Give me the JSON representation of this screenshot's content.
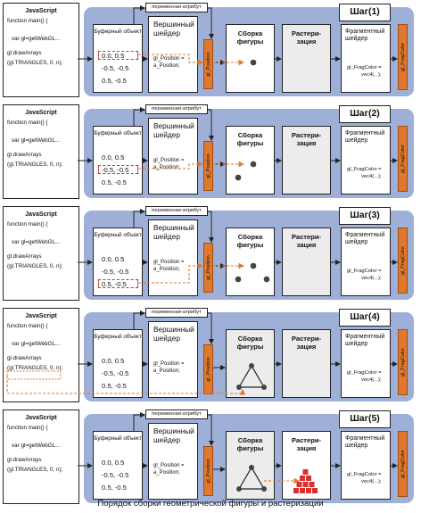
{
  "common": {
    "js_title": "JavaScript",
    "js_lines": [
      "function main() {",
      "var gl=getWebGL...",
      "gl.drawArrays",
      "(gl.TRIANGLES, 0, n);"
    ],
    "buffer_title": "Буферный объект",
    "buffer_rows": [
      "0.0,  0.5",
      "-0.5, -0.5",
      "0.5, -0.5"
    ],
    "attr_label": "переменная-атрибут",
    "vertex_title": "Вершинный шейдер",
    "vertex_code": [
      "gl_Position =",
      "a_Position;"
    ],
    "position_tab": "gl_Position",
    "assembly_title": "Сборка фигуры",
    "raster_title": "Растери-зация",
    "fragment_title": "Фрагментный шейдер",
    "fragment_code": [
      "gl_FragColor =",
      "vec4(...);"
    ],
    "fragcolor_tab": "gl_FragColor",
    "accent_orange": "#e0792e",
    "panel_blue": "#9fb0d8",
    "pixel_red": "#d8302c"
  },
  "steps": [
    {
      "label": "Шаг(1)",
      "highlight_row": 0,
      "assembled_points": 1
    },
    {
      "label": "Шаг(2)",
      "highlight_row": 1,
      "assembled_points": 2
    },
    {
      "label": "Шаг(3)",
      "highlight_row": 2,
      "assembled_points": 3
    },
    {
      "label": "Шаг(4)",
      "highlight_row": null,
      "assembled_points": 3
    },
    {
      "label": "Шаг(5)",
      "highlight_row": null,
      "assembled_points": 3
    }
  ],
  "caption": "Порядок сборки геометрической фигуры и растеризации"
}
